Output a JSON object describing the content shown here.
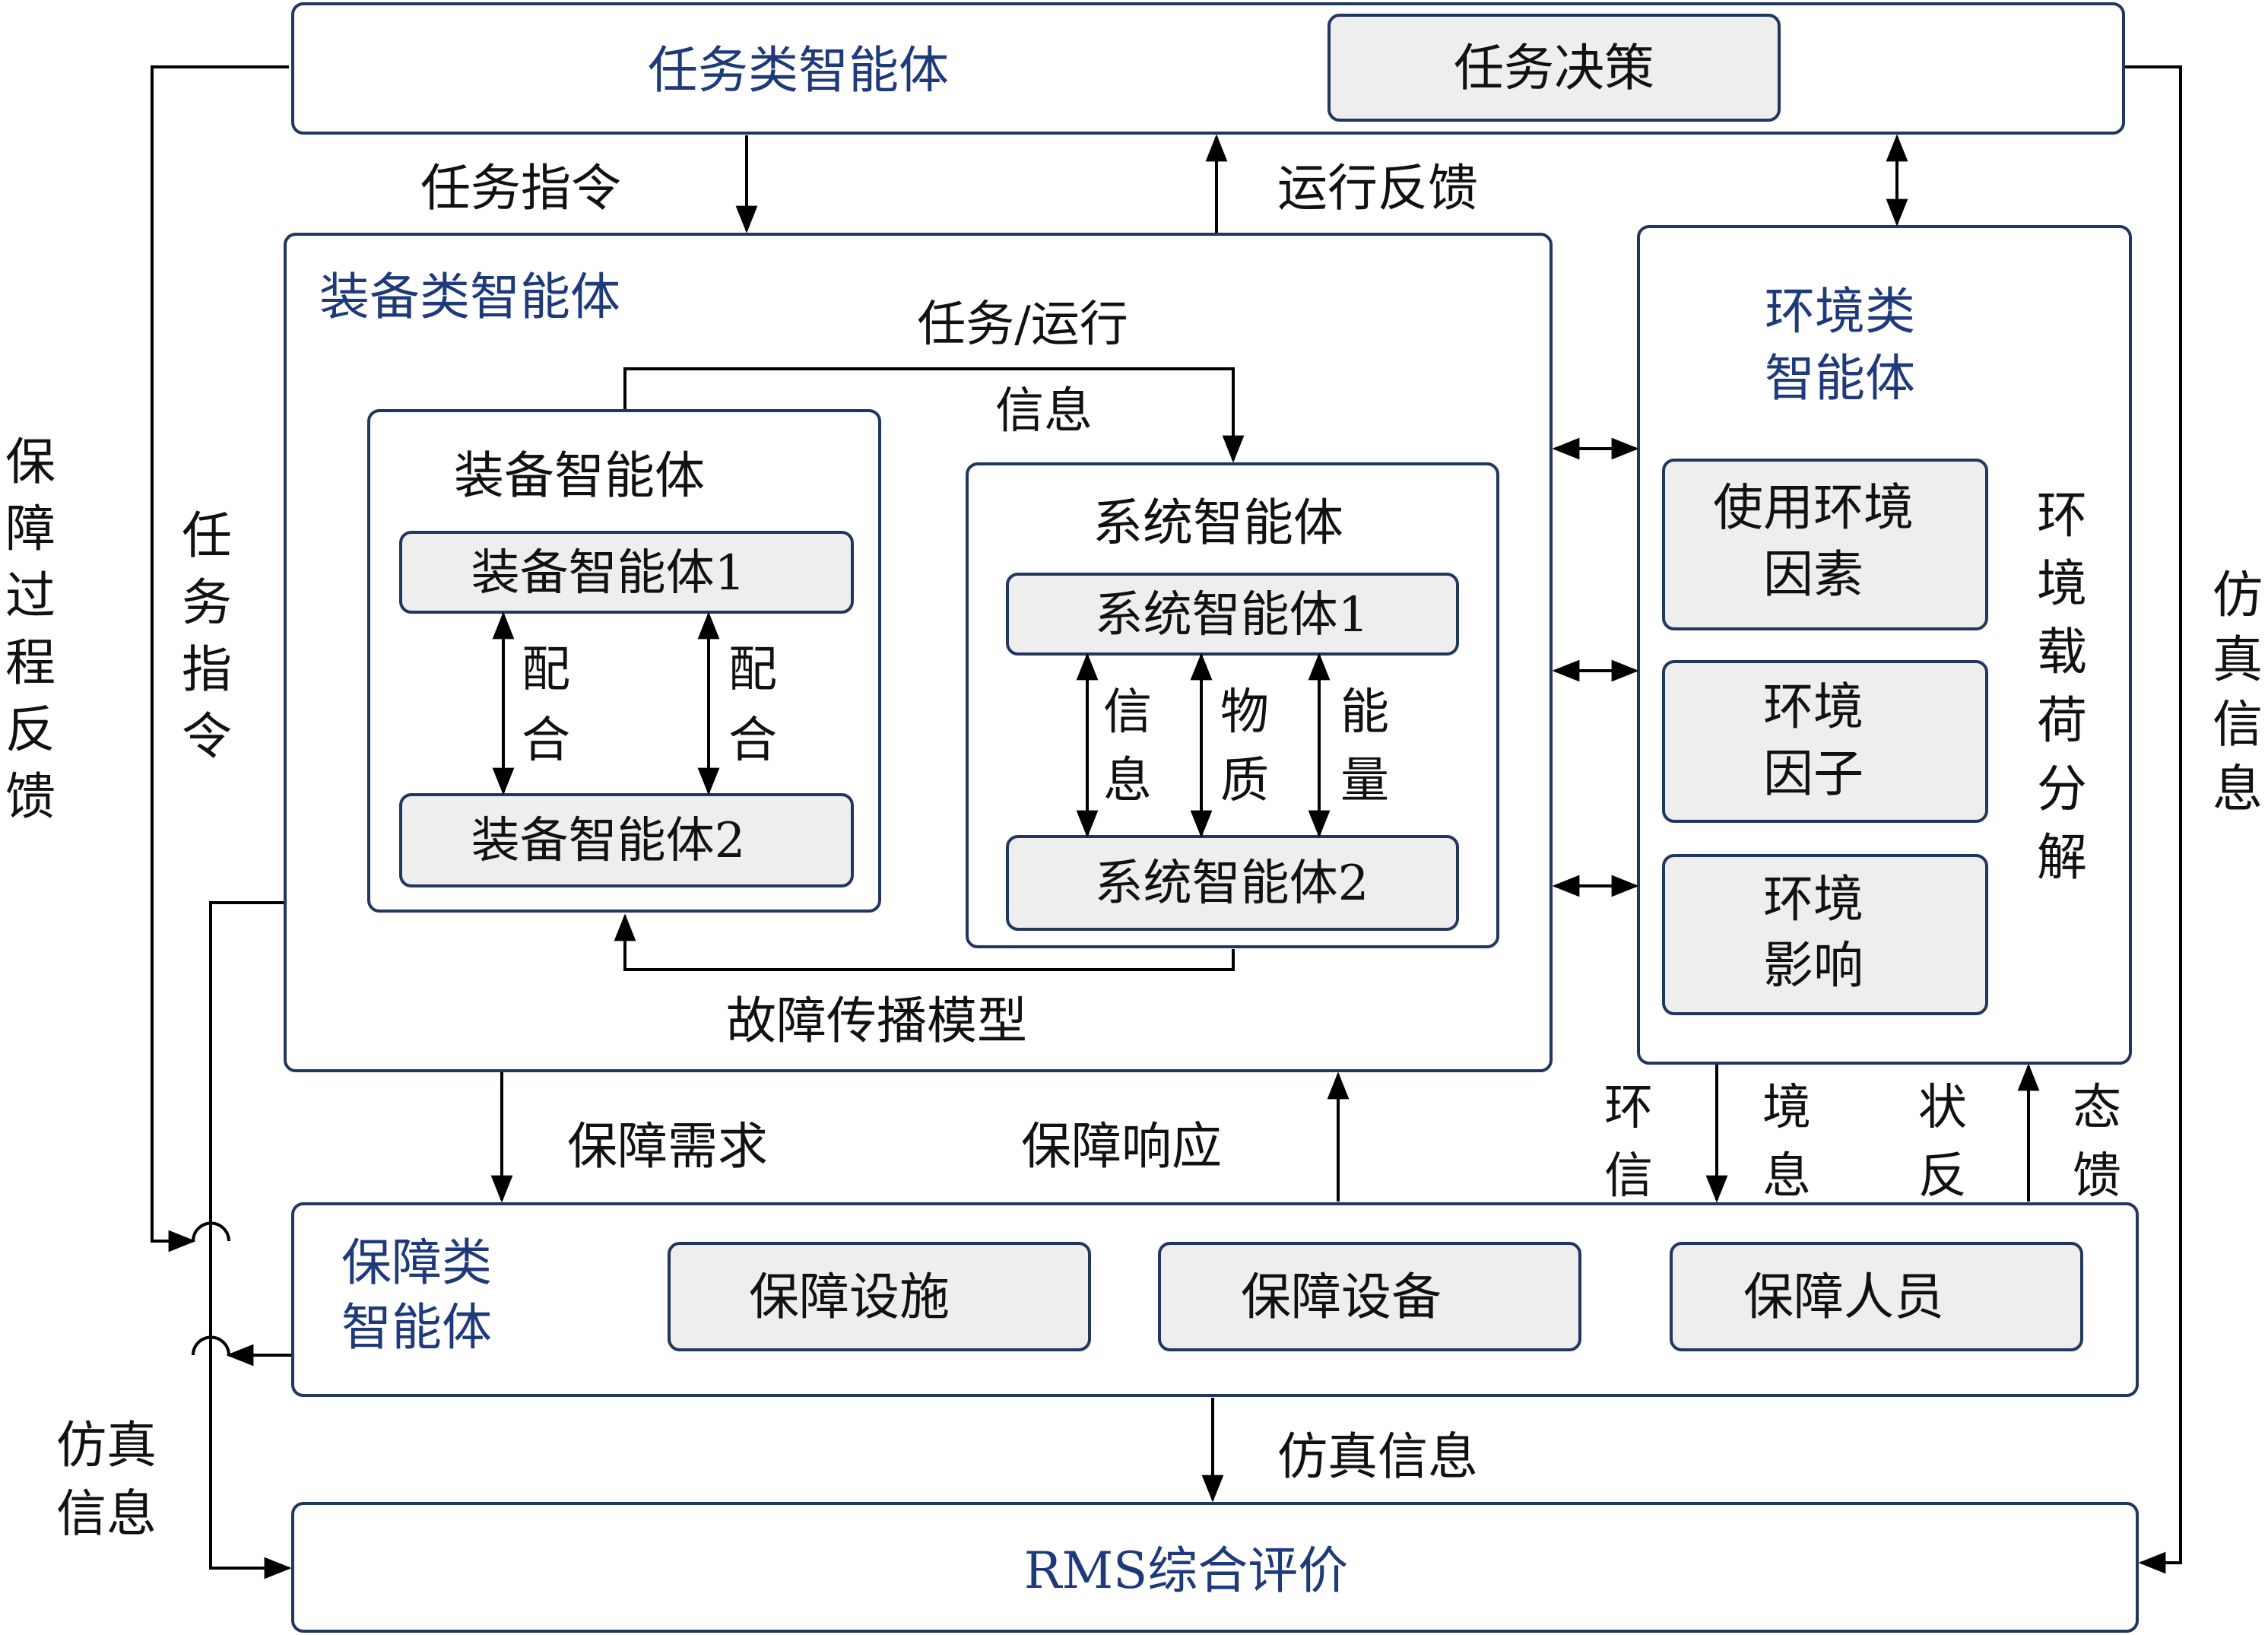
{
  "colors": {
    "box_border": "#22365f",
    "box_fill": "#ffffff",
    "inner_fill": "#eeeeee",
    "title_text": "#1f3a7a",
    "body_text": "#111111",
    "line": "#000000"
  },
  "task": {
    "title": "任务类智能体",
    "decision": "任务决策"
  },
  "equipment": {
    "title": "装备类智能体",
    "equip_group_title": "装备智能体",
    "equip_1": "装备智能体1",
    "equip_2": "装备智能体2",
    "coop_left": [
      "配",
      "合"
    ],
    "coop_right": [
      "配",
      "合"
    ],
    "system_group_title": "系统智能体",
    "system_1": "系统智能体1",
    "system_2": "系统智能体2",
    "info": [
      "信",
      "息"
    ],
    "matter": [
      "物",
      "质"
    ],
    "energy": [
      "能",
      "量"
    ],
    "task_run_info": [
      "任务/运行",
      "信息"
    ],
    "fault_model": "故障传播模型"
  },
  "environment": {
    "title": [
      "环境类",
      "智能体"
    ],
    "use_factors": [
      "使用环境",
      "因素"
    ],
    "env_factors": [
      "环境",
      "因子"
    ],
    "env_effects": [
      "环境",
      "影响"
    ],
    "load_decomp": [
      "环",
      "境",
      "载",
      "荷",
      "分",
      "解"
    ]
  },
  "support": {
    "title": [
      "保障类",
      "智能体"
    ],
    "facility": "保障设施",
    "device": "保障设备",
    "personnel": "保障人员"
  },
  "rms": {
    "title": "RMS综合评价"
  },
  "labels": {
    "task_cmd_top": "任务指令",
    "run_feedback": "运行反馈",
    "support_demand": "保障需求",
    "support_response": "保障响应",
    "env_info_left": "环",
    "env_info_right": "境",
    "env_info_left_2": "信",
    "env_info_right_2": "息",
    "state_fb_left": "状",
    "state_fb_right": "态",
    "state_fb_left_2": "反",
    "state_fb_right_2": "馈",
    "sim_info_bottom": "仿真信息",
    "sim_info_left": [
      "仿真",
      "信息"
    ],
    "sim_info_right": [
      "仿",
      "真",
      "信",
      "息"
    ],
    "process_feedback": [
      "保",
      "障",
      "过",
      "程",
      "反",
      "馈"
    ],
    "task_cmd_vertical": [
      "任",
      "务",
      "指",
      "令"
    ]
  }
}
